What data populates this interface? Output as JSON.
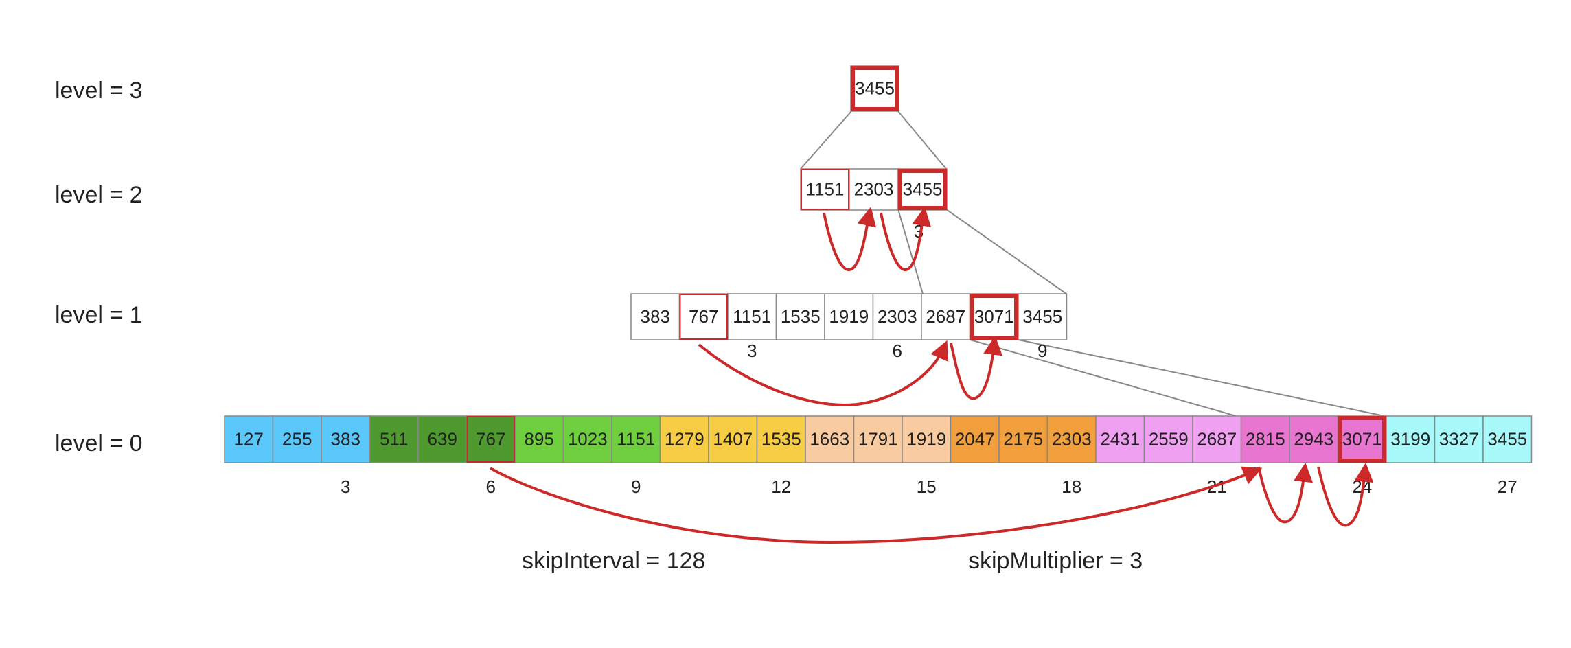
{
  "levels": [
    {
      "label": "level = 3"
    },
    {
      "label": "level = 2"
    },
    {
      "label": "level = 1"
    },
    {
      "label": "level = 0"
    }
  ],
  "level3": {
    "cells": [
      "3455"
    ]
  },
  "level2": {
    "cells": [
      "1151",
      "2303",
      "3455"
    ],
    "index_labels": [
      "3"
    ]
  },
  "level1": {
    "cells": [
      "383",
      "767",
      "1151",
      "1535",
      "1919",
      "2303",
      "2687",
      "3071",
      "3455"
    ],
    "index_labels": [
      "3",
      "6",
      "9"
    ]
  },
  "level0": {
    "cells": [
      "127",
      "255",
      "383",
      "511",
      "639",
      "767",
      "895",
      "1023",
      "1151",
      "1279",
      "1407",
      "1535",
      "1663",
      "1791",
      "1919",
      "2047",
      "2175",
      "2303",
      "2431",
      "2559",
      "2687",
      "2815",
      "2943",
      "3071",
      "3199",
      "3327",
      "3455"
    ],
    "index_labels": [
      "3",
      "6",
      "9",
      "12",
      "15",
      "18",
      "21",
      "24",
      "27"
    ]
  },
  "notes": {
    "skip_interval": "skipInterval = 128",
    "skip_multiplier": "skipMultiplier = 3"
  },
  "colors": {
    "blue": "#5ac8fa",
    "dark_green": "#4e9a2e",
    "green": "#6fcf3f",
    "yellow": "#f7cd45",
    "peach": "#f8cba0",
    "orange": "#f2a03d",
    "light_pink": "#f0a0f0",
    "pink": "#e875cf",
    "cyan": "#a8fafa",
    "highlight": "#cc2a2a",
    "line": "#888888"
  }
}
